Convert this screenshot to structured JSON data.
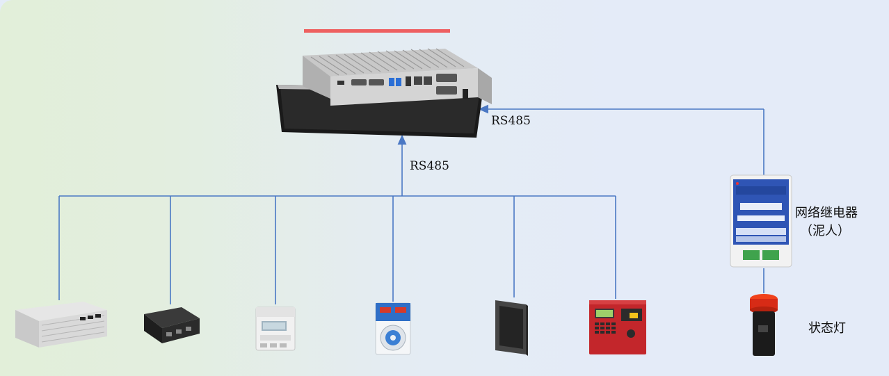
{
  "labels": {
    "rs485_right": "RS485",
    "rs485_center": "RS485",
    "relay_name": "网络继电器",
    "relay_brand": "（泥人）",
    "status_light": "状态灯"
  },
  "colors": {
    "wire": "#4a78c4",
    "relay_blue": "#2f55b5",
    "fire_panel_red": "#c3262b",
    "status_light_red": "#e0301e"
  },
  "devices": [
    "industrial-panel-pc",
    "power-supply-box",
    "io-module",
    "din-rail-energy-meter",
    "dehumidifier-controller",
    "wall-panel",
    "fire-alarm-panel",
    "network-relay",
    "status-light"
  ]
}
